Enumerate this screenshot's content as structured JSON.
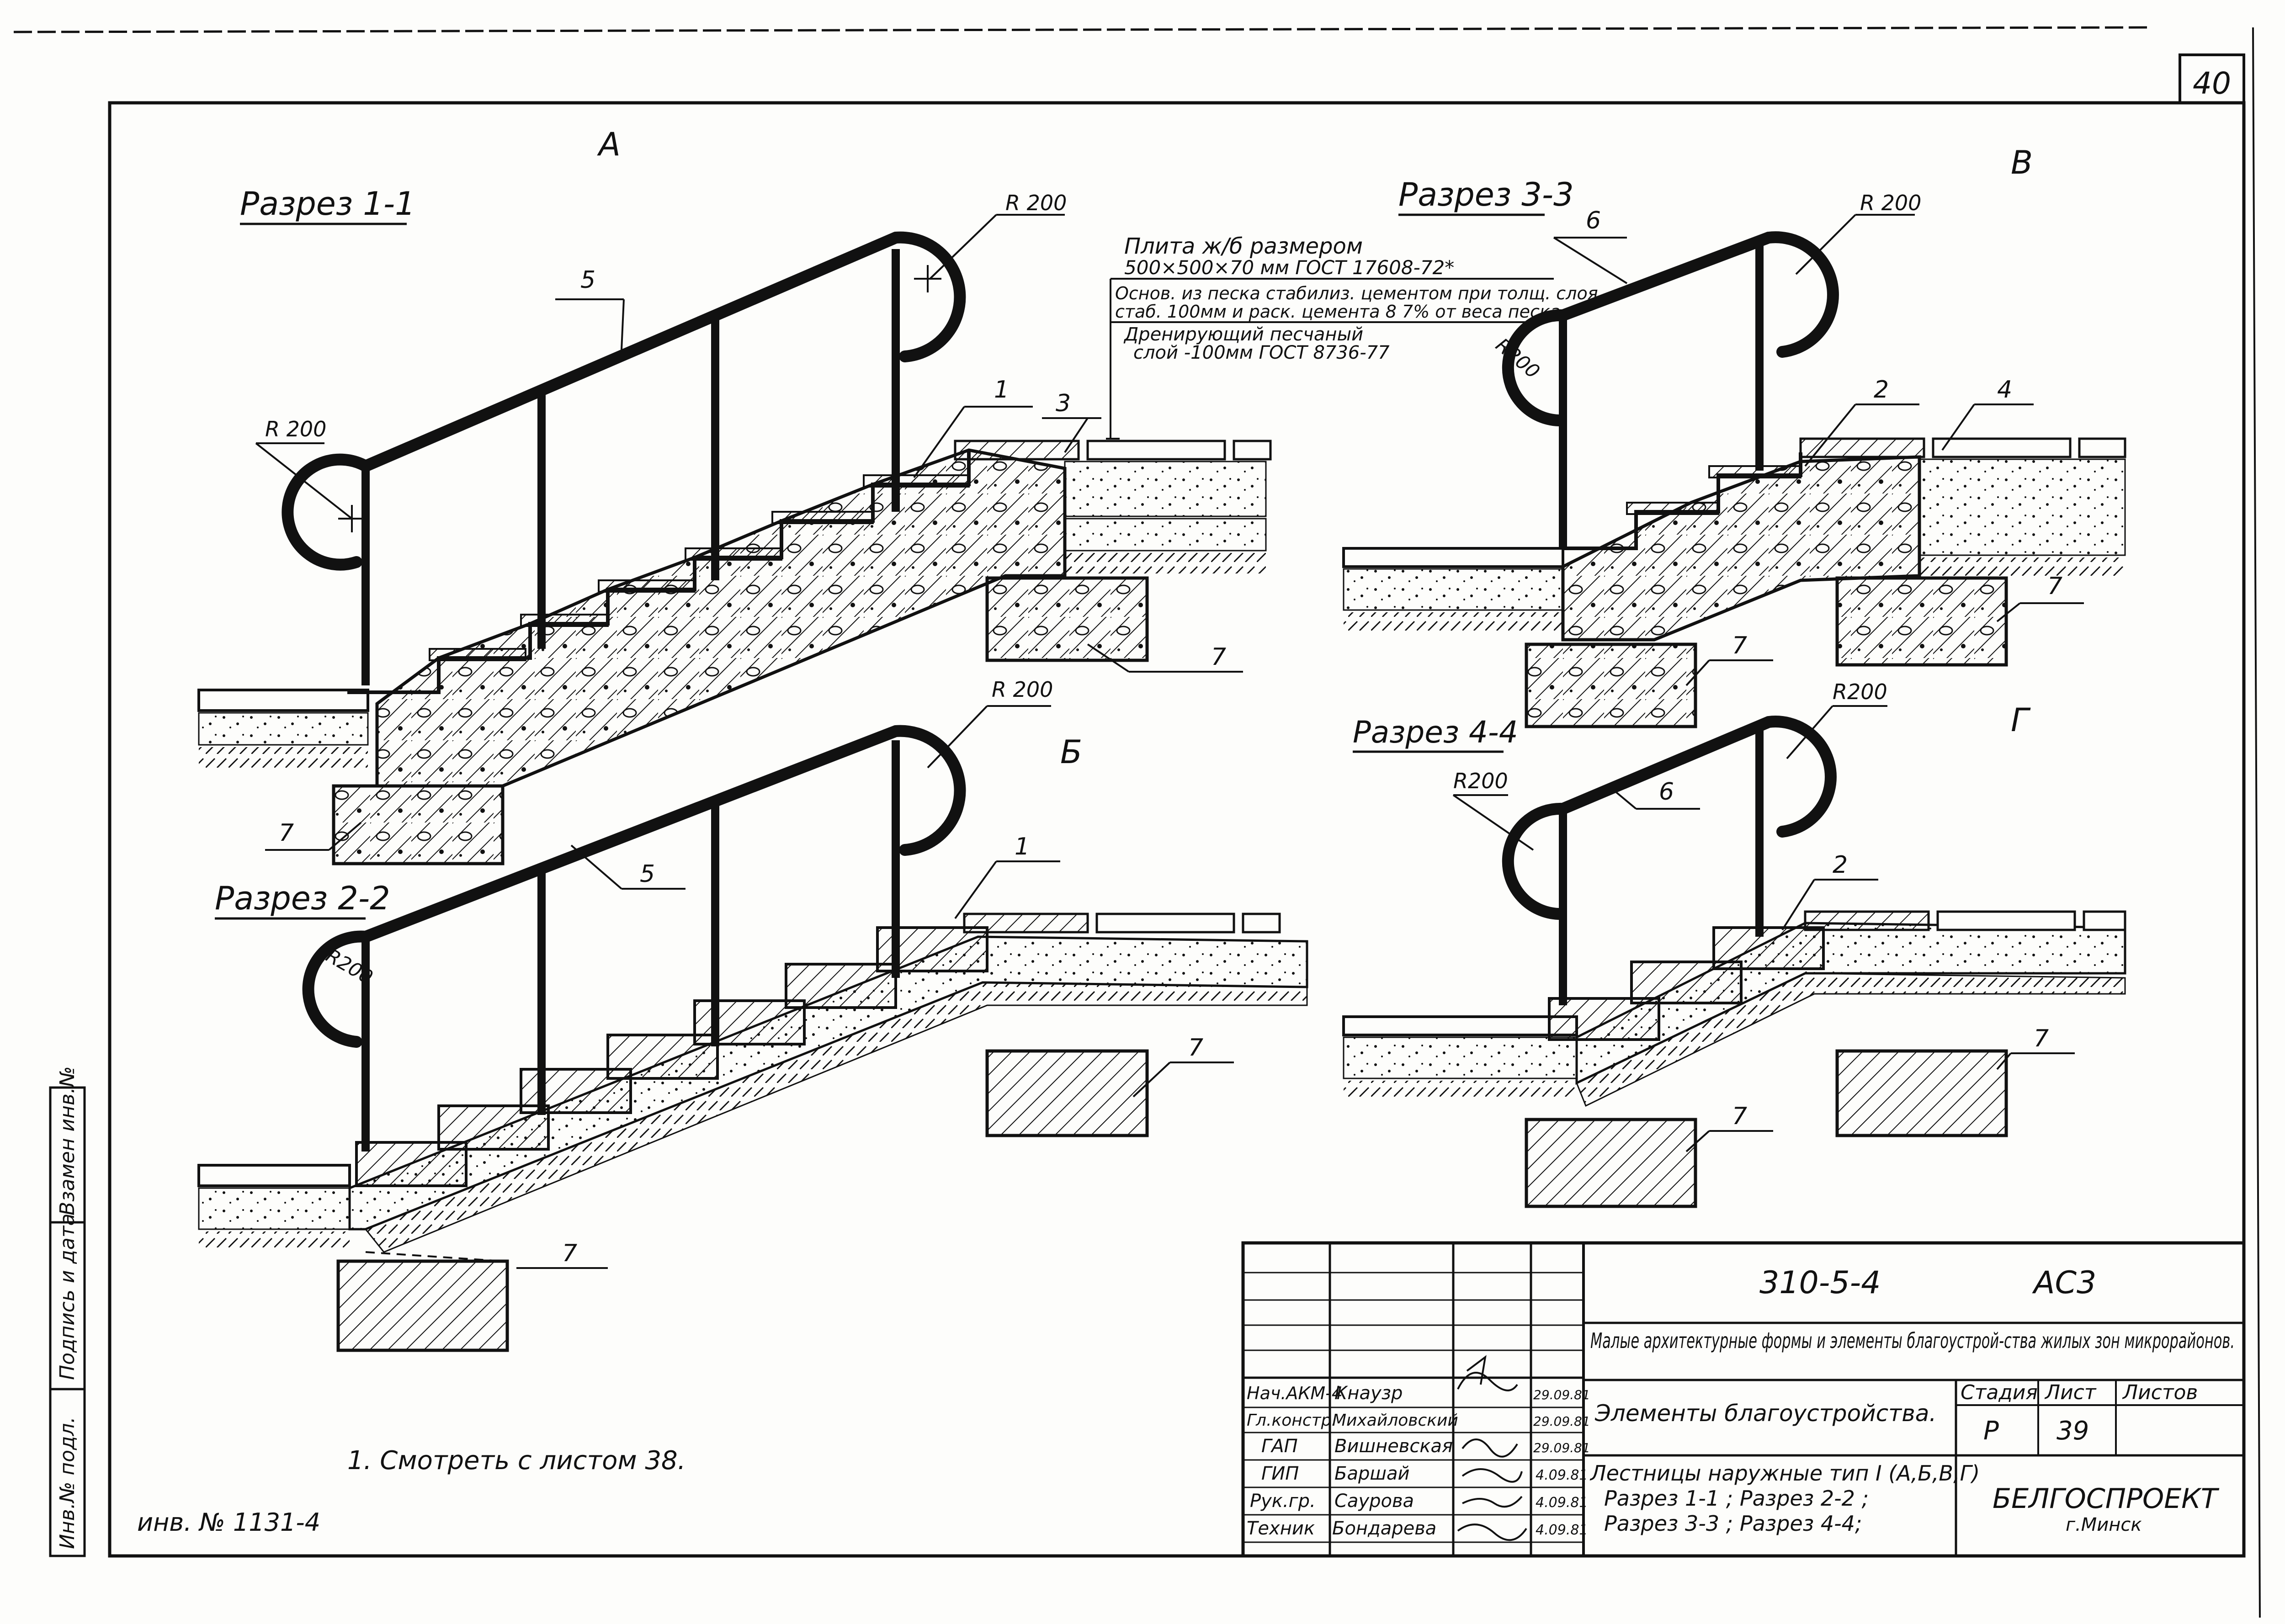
{
  "page_number": "40",
  "views": {
    "a": {
      "letter": "А",
      "title": "Разрез 1-1"
    },
    "b": {
      "letter": "Б",
      "title": "Разрез 2-2"
    },
    "v": {
      "letter": "В",
      "title": "Разрез 3-3"
    },
    "g": {
      "letter": "Г",
      "title": "Разрез 4-4"
    }
  },
  "radius_label": "R 200",
  "radius_label_tight": "R200",
  "callouts": {
    "c1": "1",
    "c2": "2",
    "c3": "3",
    "c4": "4",
    "c5": "5",
    "c6": "6",
    "c7": "7"
  },
  "material_note": {
    "line1": "Плита ж/б размером",
    "line2": "500×500×70 мм  ГОСТ 17608-72*",
    "line3": "Основ. из песка стабилиз. цементом при толщ. слоя",
    "line4": "стаб. 100мм и раск. цемента 8 7% от веса песка",
    "line5": "Дренирующий песчаный",
    "line6": "слой -100мм  ГОСТ 8736-77"
  },
  "footnote": "1. Смотреть с листом 38.",
  "inventory_number": "инв. № 1131-4",
  "side_stamp": {
    "replace": "Взамен инв.№",
    "signature_date": "Подпись и дата",
    "original": "Инв.№ подл."
  },
  "title_block": {
    "code": "310-5-4",
    "mark": "АС3",
    "subject": "Малые архитектурные формы и элементы благоустрой-ства жилых зон микрорайонов.",
    "section": "Элементы благоустройства.",
    "sheet_title": {
      "line1": "Лестницы наружные тип I (А,Б,В,Г)",
      "line2": "Разрез 1-1 ; Разрез 2-2 ;",
      "line3": "Разрез 3-3 ; Разрез 4-4;"
    },
    "stage_header": "Стадия",
    "sheet_header": "Лист",
    "sheets_header": "Листов",
    "stage": "Р",
    "sheet": "39",
    "org": "БЕЛГОСПРОЕКТ",
    "city": "г.Минск",
    "staff": [
      {
        "role": "Нач.АКМ-4",
        "name": "Кнаузр",
        "date": "29.09.81"
      },
      {
        "role": "Гл.констр.",
        "name": "Михайловский",
        "date": "29.09.81"
      },
      {
        "role": "ГАП",
        "name": "Вишневская",
        "date": "29.09.81"
      },
      {
        "role": "ГИП",
        "name": "Баршай",
        "date": "4.09.81"
      },
      {
        "role": "Рук.гр.",
        "name": "Саурова",
        "date": "4.09.81"
      },
      {
        "role": "Техник",
        "name": "Бондарева",
        "date": "4.09.81"
      }
    ]
  }
}
